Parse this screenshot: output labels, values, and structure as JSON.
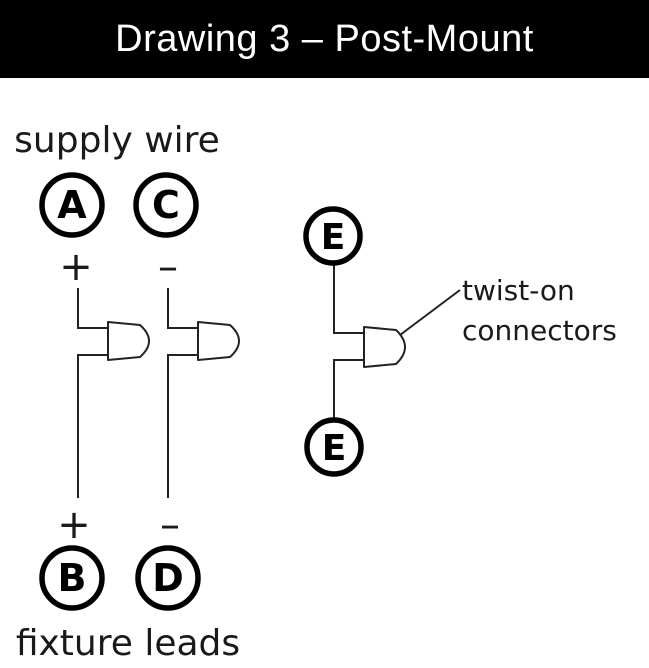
{
  "header": {
    "title": "Drawing 3 – Post-Mount"
  },
  "labels": {
    "supply": "supply wire",
    "fixture": "fixture leads",
    "twist_line1": "twist-on",
    "twist_line2": "connectors"
  },
  "terminals": {
    "a": "A",
    "b": "B",
    "c": "C",
    "d": "D",
    "e1": "E",
    "e2": "E"
  },
  "polarity": {
    "plus": "+",
    "minus": "–"
  }
}
